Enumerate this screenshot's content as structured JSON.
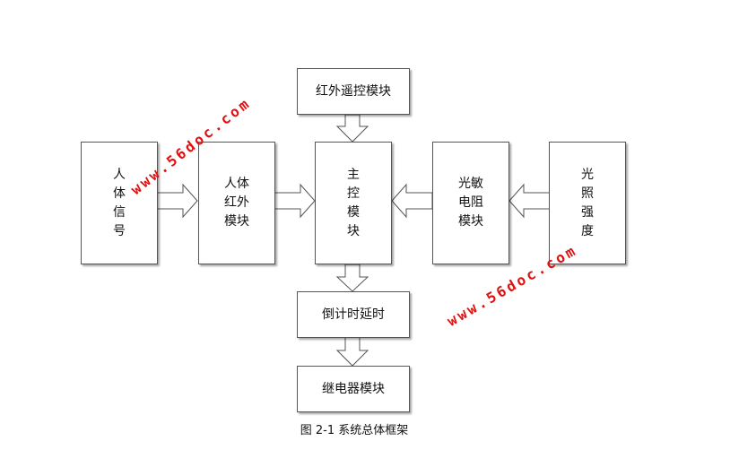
{
  "diagram": {
    "boxes": {
      "remote": {
        "label": "红外遥控模块"
      },
      "human_signal": {
        "lines": [
          "人",
          "体",
          "信",
          "号"
        ]
      },
      "pir_module": {
        "lines": [
          "人体",
          "红外",
          "模块"
        ]
      },
      "main_control": {
        "lines": [
          "主",
          "控",
          "模",
          "块"
        ]
      },
      "photoresistor": {
        "lines": [
          "光敏",
          "电阻",
          "模块"
        ]
      },
      "light_intensity": {
        "lines": [
          "光",
          "照",
          "强",
          "度"
        ]
      },
      "countdown": {
        "label": "倒计时延时"
      },
      "relay": {
        "label": "继电器模块"
      }
    },
    "caption": "图 2-1  系统总体框架"
  },
  "watermarks": [
    "www.56doc.com",
    "www.56doc.com"
  ],
  "colors": {
    "border": "#555555",
    "arrow_fill": "#ffffff",
    "watermark": "#e01010"
  }
}
